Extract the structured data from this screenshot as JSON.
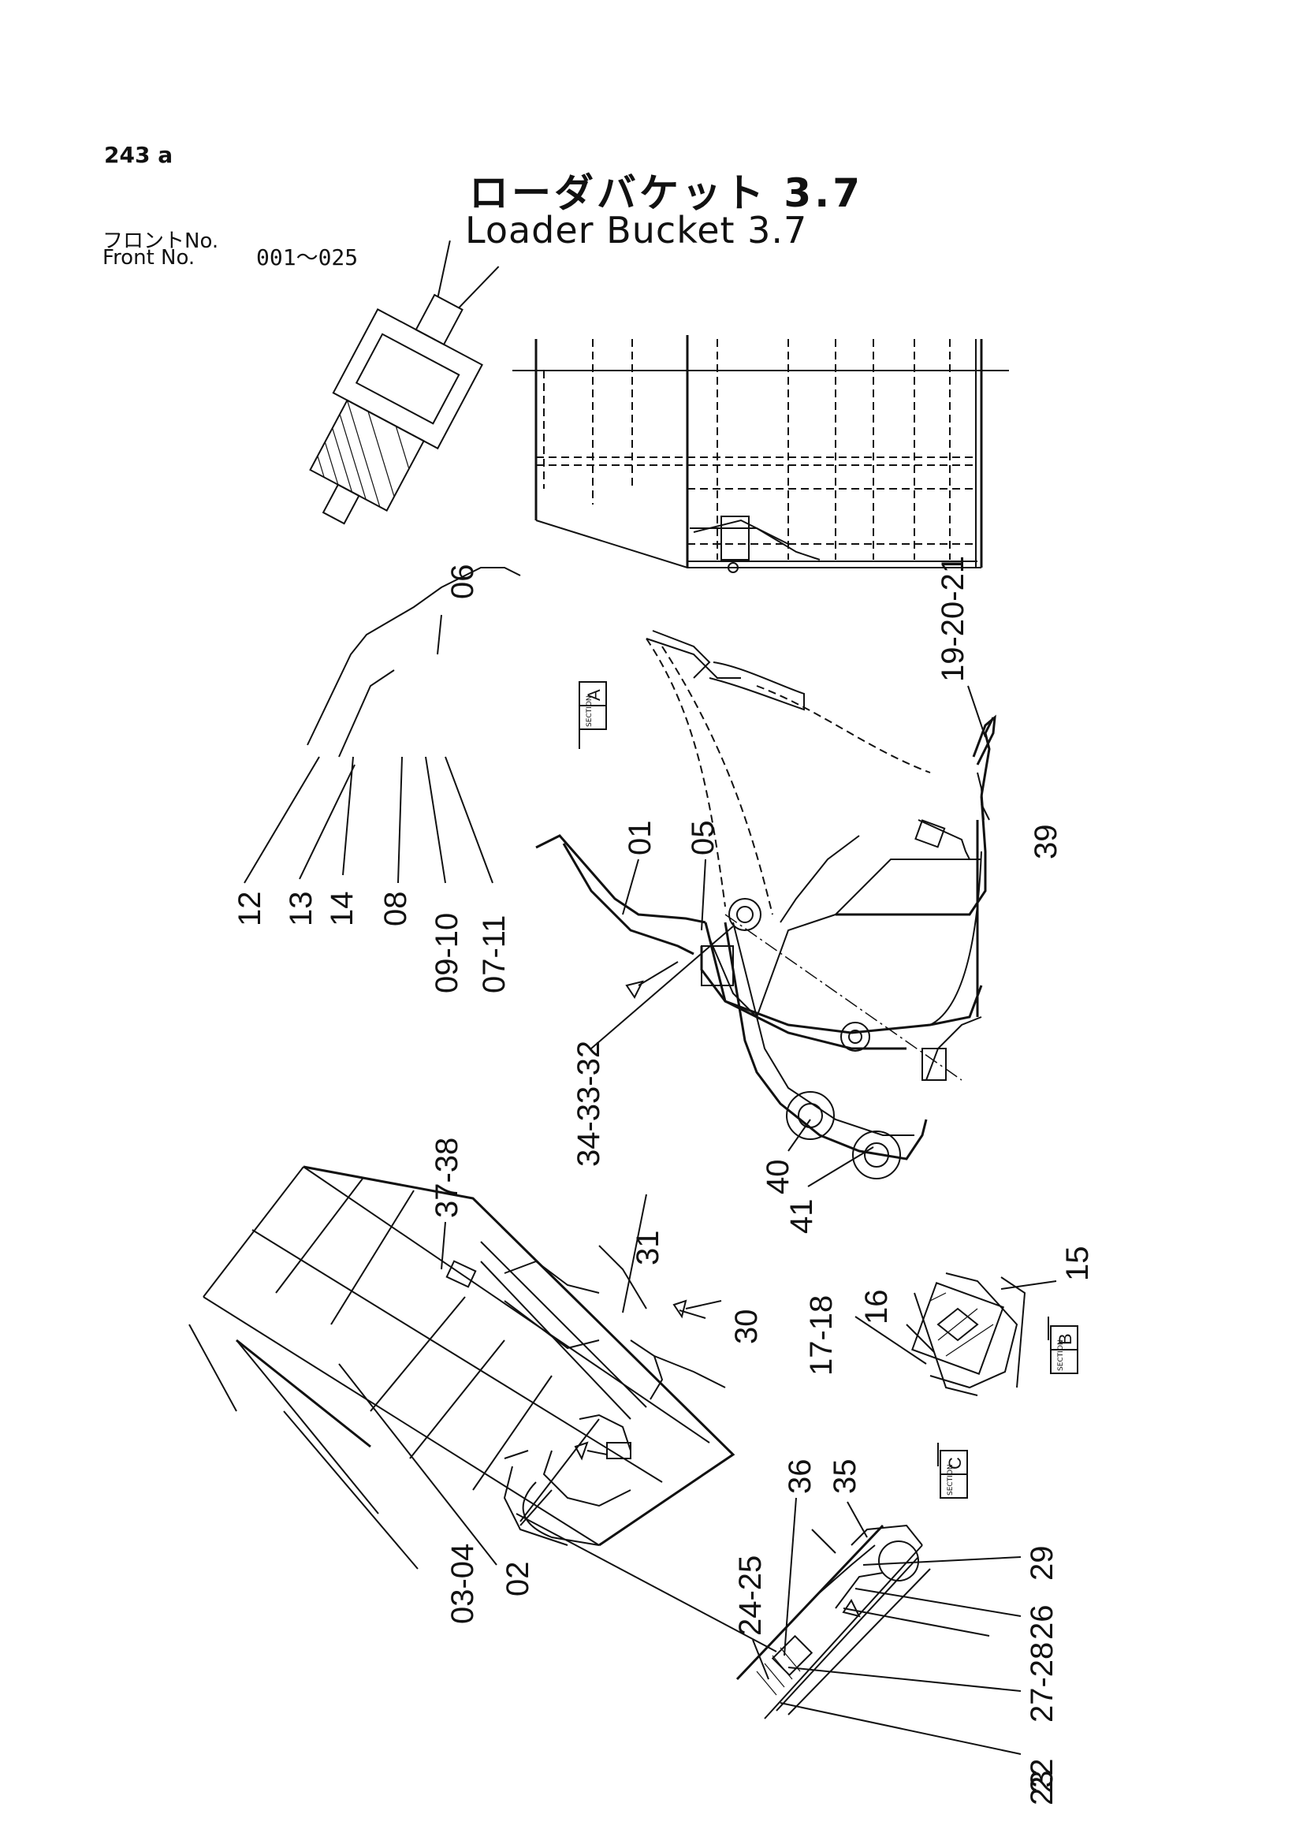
{
  "header": {
    "page_number": "243 a",
    "title_jp": "ローダバケット 3.7",
    "title_en": "Loader Bucket 3.7",
    "front_no_jp": "フロントNo.",
    "front_no_en": "Front   No.",
    "front_no_range": "001～025"
  },
  "sections": {
    "a": {
      "label": "SECTION",
      "letter": "A"
    },
    "b": {
      "label": "SECTION",
      "letter": "B"
    },
    "c": {
      "label": "SECTION",
      "letter": "C"
    }
  },
  "callouts": {
    "c01": "01",
    "c02": "02",
    "c03_04": "03-04",
    "c05": "05",
    "c06": "06",
    "c07_11": "07-11",
    "c08": "08",
    "c09_10": "09-10",
    "c12": "12",
    "c13": "13",
    "c14": "14",
    "c15": "15",
    "c16": "16",
    "c17_18": "17-18",
    "c19_20_21": "19-20-21",
    "c22": "22",
    "c23": "23",
    "c24_25": "24-25",
    "c26": "26",
    "c27_28": "27-28",
    "c29": "29",
    "c30": "30",
    "c31": "31",
    "c34_33_32": "34-33-32",
    "c35": "35",
    "c36": "36",
    "c37_38": "37-38",
    "c39": "39",
    "c40": "40",
    "c41": "41"
  }
}
